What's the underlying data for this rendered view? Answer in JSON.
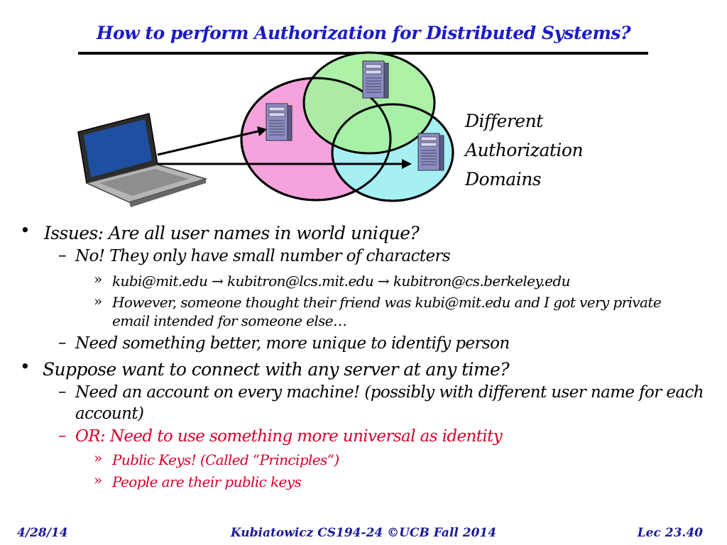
{
  "slide": {
    "title": "How to perform Authorization for Distributed Systems?",
    "diagram": {
      "label_lines": [
        "Different",
        "Authorization",
        "Domains"
      ]
    },
    "bullets": {
      "b1": "Issues: Are all user names in world unique?",
      "b1_s1": "No! They only have small number of characters",
      "b1_s1_a": "kubi@mit.edu → kubitron@lcs.mit.edu → kubitron@cs.berkeley.edu",
      "b1_s1_b_1": "However, someone thought their friend was kubi@mit.edu and I got very private",
      "b1_s1_b_2": "email intended for someone else…",
      "b1_s2": "Need something better, more unique to identify person",
      "b2": "Suppose want to connect with any server at any time?",
      "b2_s1_1": "Need an account on every machine! (possibly with different user name for each",
      "b2_s1_2": "account)",
      "b2_s2": "OR: Need to use something more universal as identity",
      "b2_s2_a": "Public Keys!  (Called “Principles”)",
      "b2_s2_b": "People are their public keys"
    },
    "markers": {
      "bullet": "•",
      "dash": "–",
      "sub": "»"
    },
    "footer": {
      "date": "4/28/14",
      "course": "Kubiatowicz CS194-24 ©UCB Fall 2014",
      "lecture": "Lec 23.40"
    },
    "colors": {
      "title": "#1a1acc",
      "highlight": "#d6002a",
      "footer": "#1a1a99"
    }
  }
}
